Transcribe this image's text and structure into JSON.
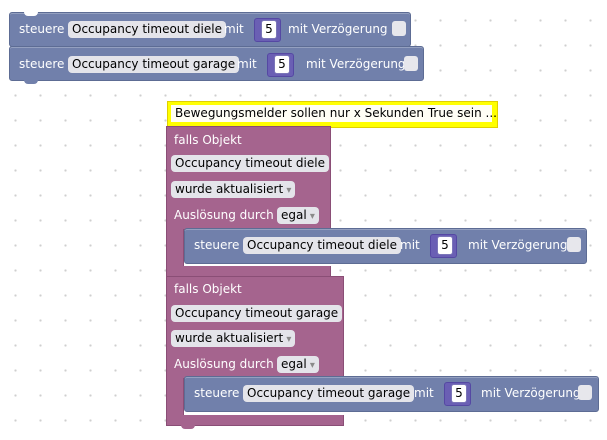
{
  "steuere_top_1": {
    "keyword": "steuere",
    "target": "Occupancy timeout diele",
    "mit": "mit",
    "value": "5",
    "delay_label": "mit Verzögerung"
  },
  "steuere_top_2": {
    "keyword": "steuere",
    "target": "Occupancy timeout garage",
    "mit": "mit",
    "value": "5",
    "delay_label": "mit Verzögerung"
  },
  "comment": {
    "text": "Bewegungsmelder sollen nur x Sekunden True sein ..."
  },
  "event_1": {
    "header": "falls Objekt",
    "object": "Occupancy timeout diele",
    "condition": "wurde aktualisiert",
    "trigger_label": "Auslösung durch",
    "trigger_value": "egal",
    "inner": {
      "keyword": "steuere",
      "target": "Occupancy timeout diele",
      "mit": "mit",
      "value": "5",
      "delay_label": "mit Verzögerung"
    }
  },
  "event_2": {
    "header": "falls Objekt",
    "object": "Occupancy timeout garage",
    "condition": "wurde aktualisiert",
    "trigger_label": "Auslösung durch",
    "trigger_value": "egal",
    "inner": {
      "keyword": "steuere",
      "target": "Occupancy timeout garage",
      "mit": "mit",
      "value": "5",
      "delay_label": "mit Verzögerung"
    }
  },
  "colors": {
    "steuere_block": "#7180ab",
    "event_block": "#a5648e",
    "number_socket": "#6a5fb4",
    "comment": "#ffff00"
  }
}
